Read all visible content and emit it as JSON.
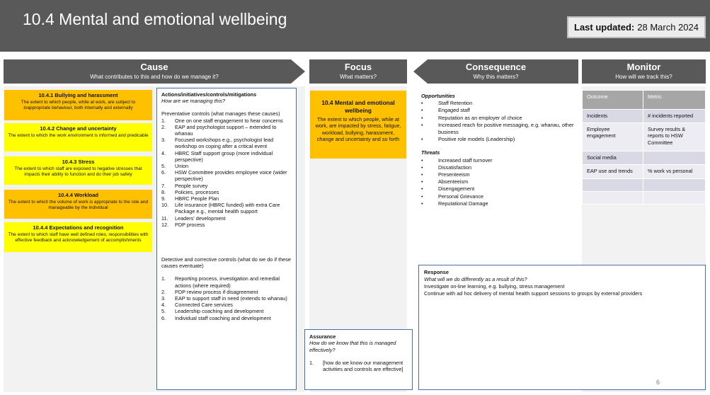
{
  "slide": {
    "title": "10.4 Mental and emotional wellbeing",
    "last_updated_label": "Last updated:",
    "last_updated_value": "28 March 2024",
    "page_number": "6"
  },
  "bands": {
    "cause": {
      "title": "Cause",
      "subtitle": "What contributes to this and how do we manage it?"
    },
    "focus": {
      "title": "Focus",
      "subtitle": "What matters?"
    },
    "consequence": {
      "title": "Consequence",
      "subtitle": "Why this matters?"
    },
    "monitor": {
      "title": "Monitor",
      "subtitle": "How will we track this?"
    }
  },
  "causes": [
    {
      "title": "10.4.1 Bullying and harassment",
      "desc": "The extent to which people, while at work, are subject to inappropriate behaviour, both internally and externally"
    },
    {
      "title": "10.4.2 Change and uncertainty",
      "desc": "The extent to which the work environment is informed and predicable"
    },
    {
      "title": "10.4.3 Stress",
      "desc": "The extent to which staff are exposed to negative stresses that impacts their ability to function and do their job safely"
    },
    {
      "title": "10.4.4 Workload",
      "desc": "The extent to which the volume of work is appropriate to the role and manageable by the individual"
    },
    {
      "title": "10.4.4 Expectations and recognition",
      "desc": "The extent to which staff have well defined roles, responsibilities with effective feedback and acknowledgement of accomplishments"
    }
  ],
  "actions": {
    "heading": "Actions/initiatives/controls/mitigations",
    "subheading": "How are we managing this?",
    "preventative_heading": "Preventative controls (what manages these causes)",
    "preventative": [
      {
        "n": "1.",
        "text": "One on one staff engagement to hear concerns"
      },
      {
        "n": "2.",
        "text": "EAP and psychologist support – extended to whanau"
      },
      {
        "n": "3.",
        "text": "Focused workshops e.g., psychologist lead workshop on coping after a critical event"
      },
      {
        "n": "4.",
        "text": "HBRC Staff support group (more individual perspective)"
      },
      {
        "n": "5.",
        "text": "Union"
      },
      {
        "n": "6.",
        "text": "HSW Committee provides employee voice (wider perspective)"
      },
      {
        "n": "7.",
        "text": "People survey"
      },
      {
        "n": "8.",
        "text": "Policies, processes"
      },
      {
        "n": "9.",
        "text": "HBRC People Plan"
      },
      {
        "n": "10.",
        "text": "Life insurance (HBRC funded) with extra Care Package e.g., mental health support"
      },
      {
        "n": "11.",
        "text": "Leaders' development"
      },
      {
        "n": "12.",
        "text": "PDP process"
      }
    ],
    "detective_heading": "Detective and corrective controls (what do we do if these causes eventuate)",
    "detective": [
      {
        "n": "1.",
        "text": "Reporting process, investigation and remedial actions (where required)"
      },
      {
        "n": "2.",
        "text": "PDP review process if disagreement"
      },
      {
        "n": "3.",
        "text": "EAP to support staff in need (extends to whanau)"
      },
      {
        "n": "4.",
        "text": "Connected Care services"
      },
      {
        "n": "5.",
        "text": "Leadership coaching and development"
      },
      {
        "n": "6.",
        "text": "Individual staff coaching and development"
      }
    ]
  },
  "focus": {
    "title": "10.4 Mental and emotional wellbeing",
    "desc": "The extent to which people, while at work, are impacted by stress, fatigue, workload, bullying, harassment, change and uncertainty and so forth"
  },
  "assurance": {
    "heading": "Assurance",
    "subheading": "How do we know that this is managed effectively?",
    "items": [
      {
        "n": "1.",
        "text": "[how do we know our management activities and controls are effective]"
      }
    ]
  },
  "consequence": {
    "opportunities_heading": "Opportunities",
    "opportunities": [
      "Staff Retention",
      "Engaged staff",
      "Reputation as an employer of choice",
      "Increased reach for positive messaging, e.g. whanau, other business",
      "Positive role  models (Leadership)"
    ],
    "threats_heading": "Threats",
    "threats": [
      "Increased staff turnover",
      "Dissatisfaction",
      "Presenteeism",
      "Absenteeism",
      "Disengagement",
      "Personal Grievance",
      "Reputational Damage"
    ],
    "bullet": "•"
  },
  "response": {
    "heading": "Response",
    "subheading": "What will we do differently as a result of this?",
    "lines": [
      "Investigate on-line learning, e.g. bullying, stress management",
      "Continue with ad hoc delivery of mental health support sessions to  groups by external providers"
    ]
  },
  "monitor": {
    "columns": [
      "Outcome",
      "Metric"
    ],
    "rows": [
      {
        "outcome": "Incidents",
        "metric": "# incidents reported"
      },
      {
        "outcome": "Employee engagement",
        "metric": "Survey results & reports to HSW Committee"
      },
      {
        "outcome": "Social media",
        "metric": ""
      },
      {
        "outcome": "EAP use and trends",
        "metric": "% work vs personal"
      },
      {
        "outcome": "",
        "metric": ""
      },
      {
        "outcome": "",
        "metric": ""
      }
    ]
  },
  "colors": {
    "header": "#595959",
    "orange": "#ffc000",
    "yellow": "#ffff00",
    "box_border": "#4a6fa5",
    "table_header": "#a6a6a6"
  }
}
